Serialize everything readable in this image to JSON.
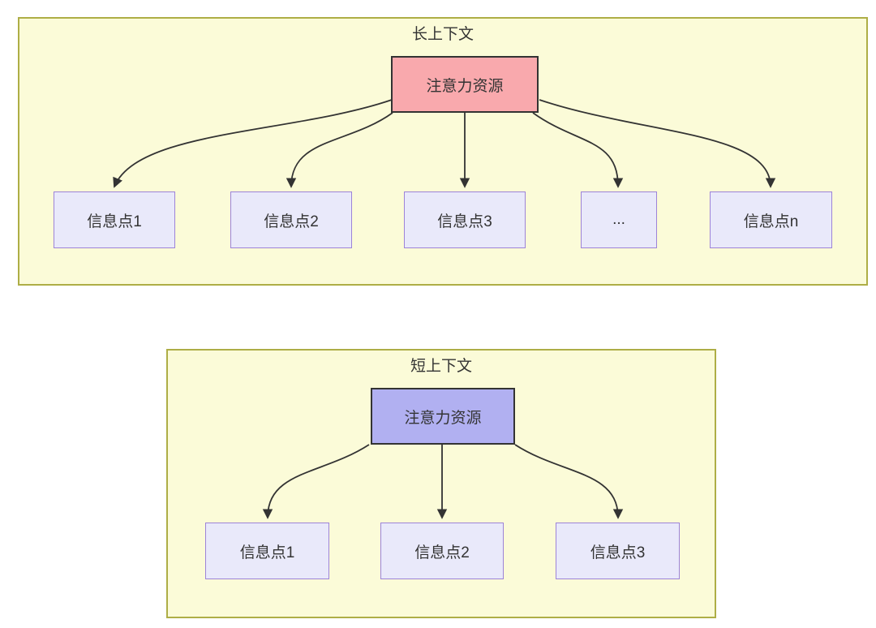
{
  "long_context": {
    "title": "长上下文",
    "source": "注意力资源",
    "targets": [
      "信息点1",
      "信息点2",
      "信息点3",
      "...",
      "信息点n"
    ]
  },
  "short_context": {
    "title": "短上下文",
    "source": "注意力资源",
    "targets": [
      "信息点1",
      "信息点2",
      "信息点3"
    ]
  },
  "colors": {
    "panel_fill": "#fbfbd8",
    "panel_border": "#aeae46",
    "long_source_fill": "#f9a9ad",
    "short_source_fill": "#b1b0f1",
    "source_border": "#333333",
    "target_fill": "#e9e9fa",
    "target_border": "#9d83d8",
    "arrow_color": "#333333",
    "text_color": "#333333"
  }
}
